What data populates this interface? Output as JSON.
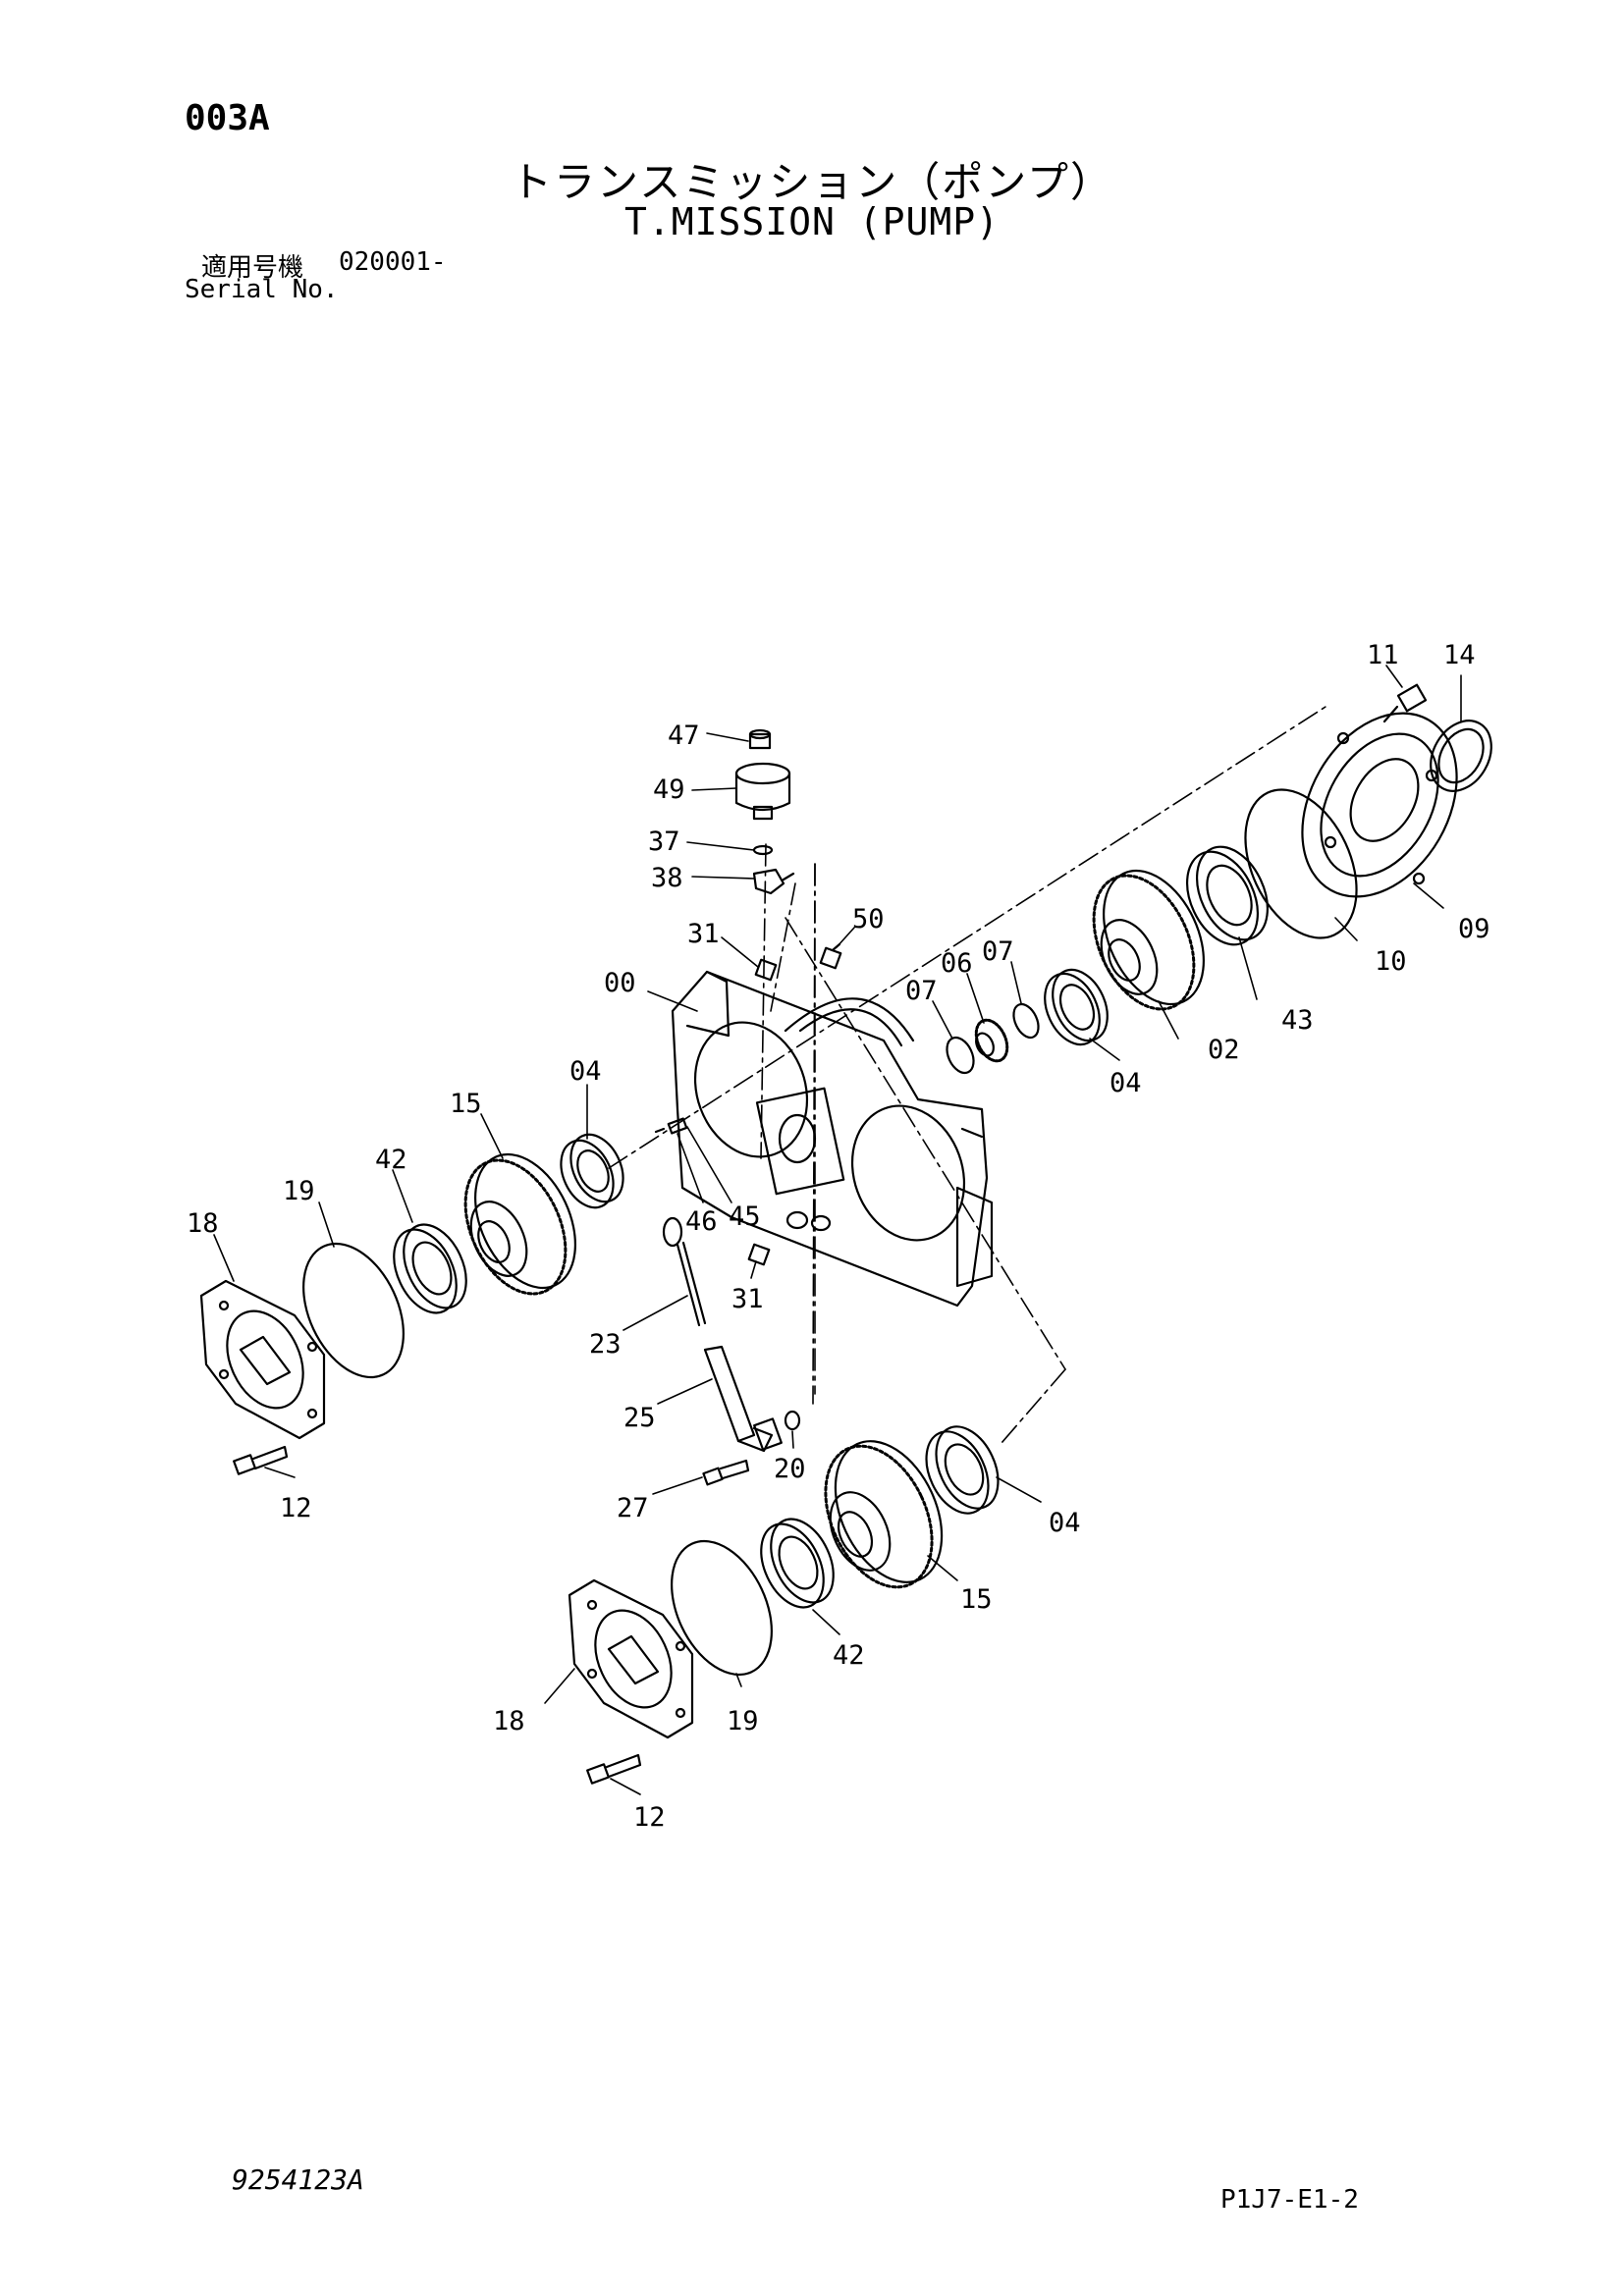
{
  "header": {
    "page_code": "003A",
    "title_jp": "トランスミッション（ポンプ）",
    "title_en": "T.MISSION (PUMP)",
    "serial_label_jp": "適用号機",
    "serial_value": "020001-",
    "serial_label_en": "Serial No."
  },
  "footer": {
    "drawing_number": "9254123A",
    "sheet_ref": "P1J7-E1-2"
  },
  "callouts": {
    "c11": "11",
    "c14": "14",
    "c47": "47",
    "c49": "49",
    "c37": "37",
    "c38": "38",
    "c31a": "31",
    "c50": "50",
    "c00": "00",
    "c07a": "07",
    "c06": "06",
    "c07b": "07",
    "c09": "09",
    "c10": "10",
    "c43": "43",
    "c02": "02",
    "c04a": "04",
    "c04b": "04",
    "c15a": "15",
    "c42a": "42",
    "c19a": "19",
    "c18a": "18",
    "c46": "46",
    "c45": "45",
    "c31b": "31",
    "c23": "23",
    "c25": "25",
    "c20": "20",
    "c12a": "12",
    "c27": "27",
    "c04c": "04",
    "c15b": "15",
    "c42b": "42",
    "c18b": "18",
    "c19b": "19",
    "c12b": "12"
  }
}
